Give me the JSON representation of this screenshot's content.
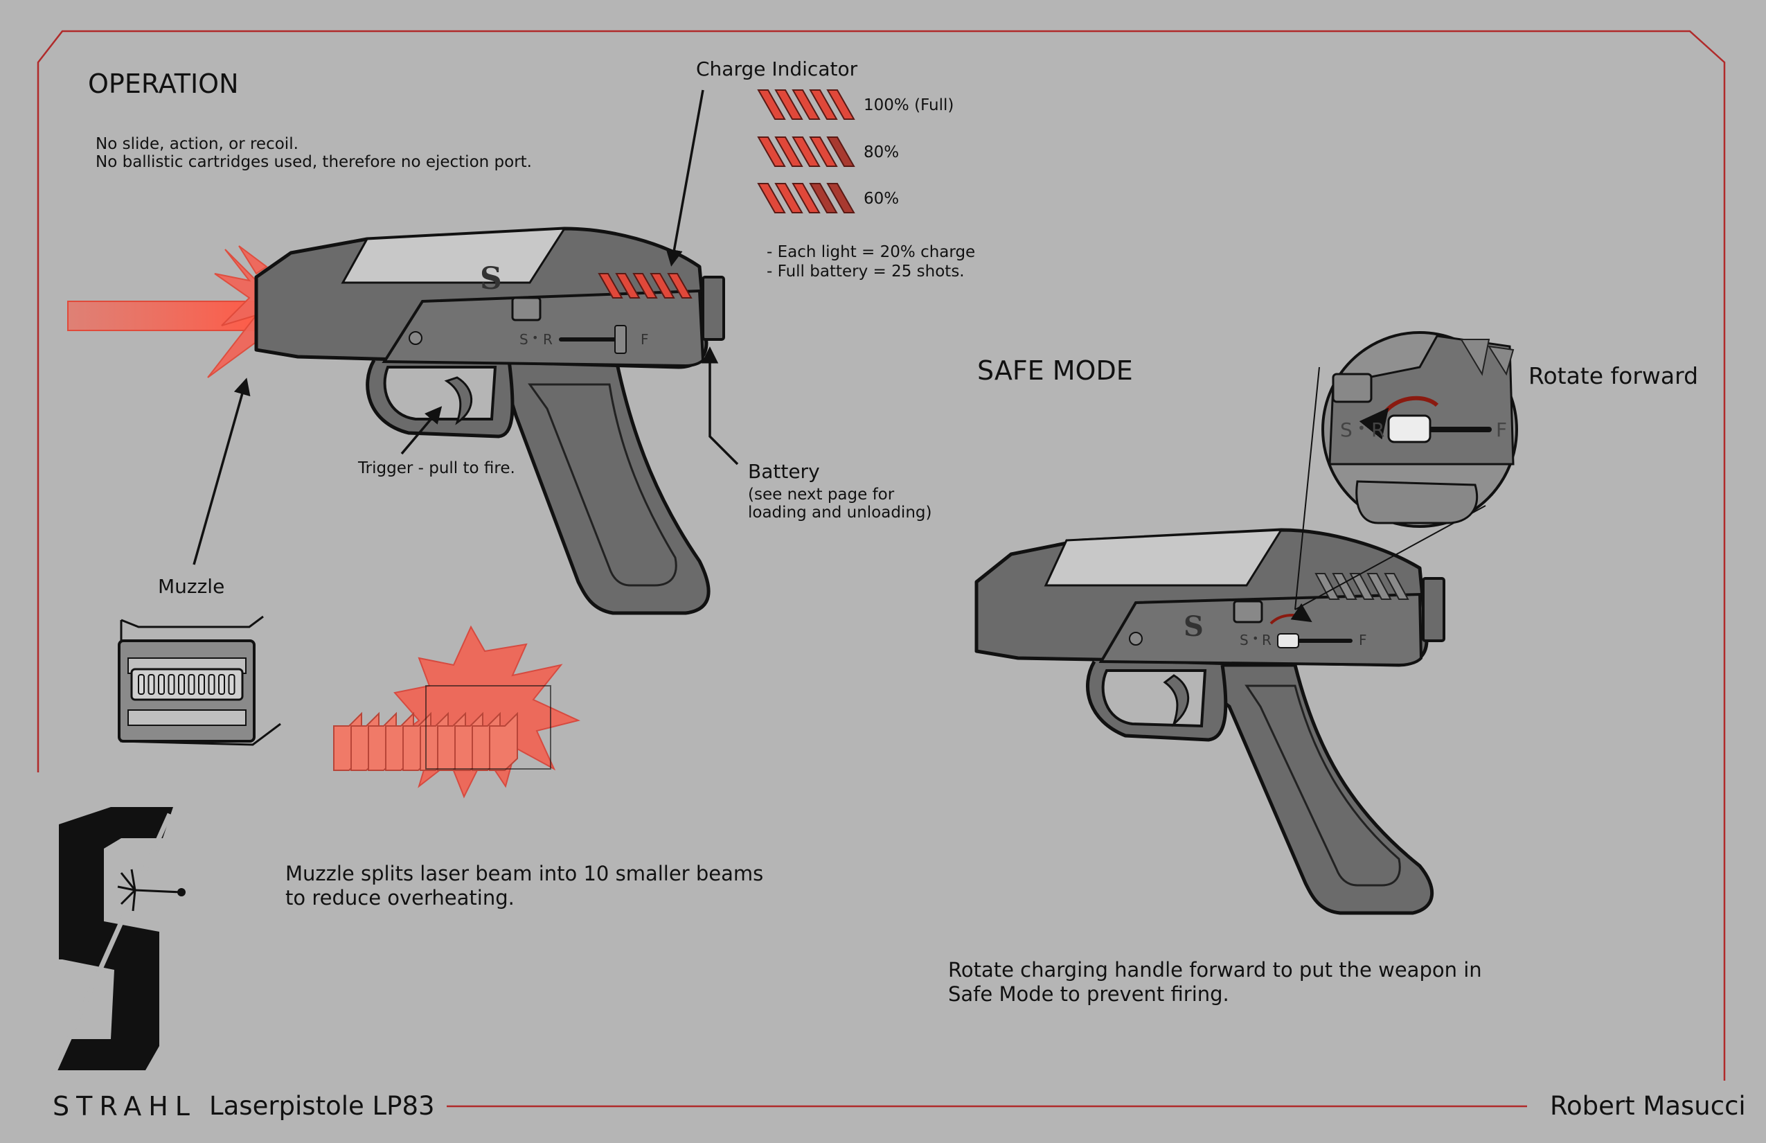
{
  "sheet": {
    "operation": {
      "heading": "OPERATION",
      "note_line1": "No slide, action, or recoil.",
      "note_line2": "No ballistic cartridges used, therefore no ejection port."
    },
    "charge_indicator": {
      "label": "Charge Indicator",
      "levels": [
        {
          "label": "100% (Full)",
          "lit": 5
        },
        {
          "label": "80%",
          "lit": 4
        },
        {
          "label": "60%",
          "lit": 3
        }
      ],
      "note_line1": "- Each light = 20% charge",
      "note_line2": "- Full battery = 25 shots."
    },
    "labels": {
      "trigger": "Trigger - pull to fire.",
      "battery": "Battery",
      "battery_note_line1": "(see next page for",
      "battery_note_line2": "loading and unloading)",
      "muzzle": "Muzzle",
      "muzzle_note_line1": "Muzzle splits laser beam into 10 smaller beams",
      "muzzle_note_line2": "to reduce overheating."
    },
    "safe_mode": {
      "heading": "SAFE MODE",
      "rotate_label": "Rotate forward",
      "note_line1": "Rotate charging handle forward to put the weapon in",
      "note_line2": "Safe Mode to prevent firing."
    },
    "selector": {
      "safe": "S",
      "dot": "•",
      "repeat": "R",
      "fire": "F"
    },
    "logo_letter": "S",
    "footer": {
      "brand": "STRAHL",
      "model": "Laserpistole LP83",
      "author": "Robert Masucci"
    },
    "colors": {
      "background": "#b5b5b5",
      "frame_line": "#b02a2a",
      "gun_body": "#6b6b6b",
      "laser": "#f06a5a",
      "indicator_lit": "#e0483a",
      "indicator_dim": "#a83a30"
    }
  }
}
